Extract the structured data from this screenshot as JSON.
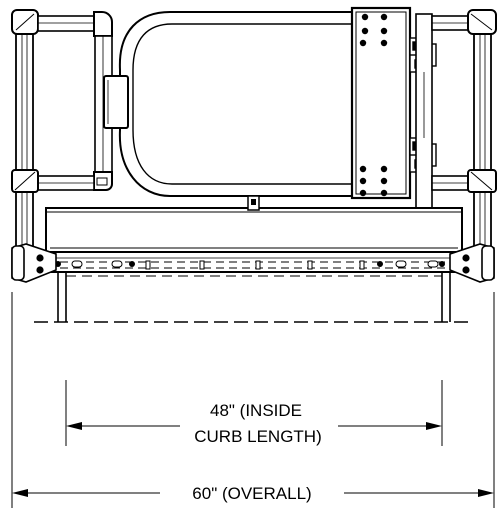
{
  "drawing": {
    "inside_curb_dimension": {
      "line1": "48\" (INSIDE",
      "line2": "CURB LENGTH)"
    },
    "overall_dimension": {
      "label": "60\" (OVERALL)"
    },
    "colors": {
      "ink": "#000000",
      "paper": "#ffffff"
    }
  }
}
